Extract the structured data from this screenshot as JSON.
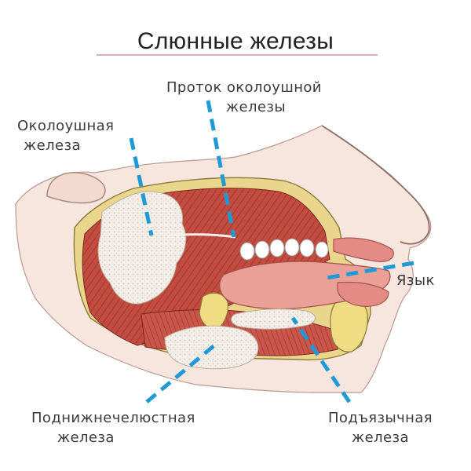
{
  "title": "Слюнные железы",
  "labels": {
    "parotid": [
      "Околоушная",
      "железа"
    ],
    "parotid_duct": [
      "Проток околоушной",
      "железы"
    ],
    "tongue": [
      "Язык"
    ],
    "submandibular": [
      "Поднижнечелюстная",
      "железа"
    ],
    "sublingual": [
      "Подъязычная",
      "железа"
    ]
  },
  "colors": {
    "pointer": "#1f9ad6",
    "muscle": "#b8433a",
    "gland": "#f2ede6",
    "bone": "#e8d78a",
    "skin": "#f6e3da",
    "tongue": "#e79c95"
  }
}
